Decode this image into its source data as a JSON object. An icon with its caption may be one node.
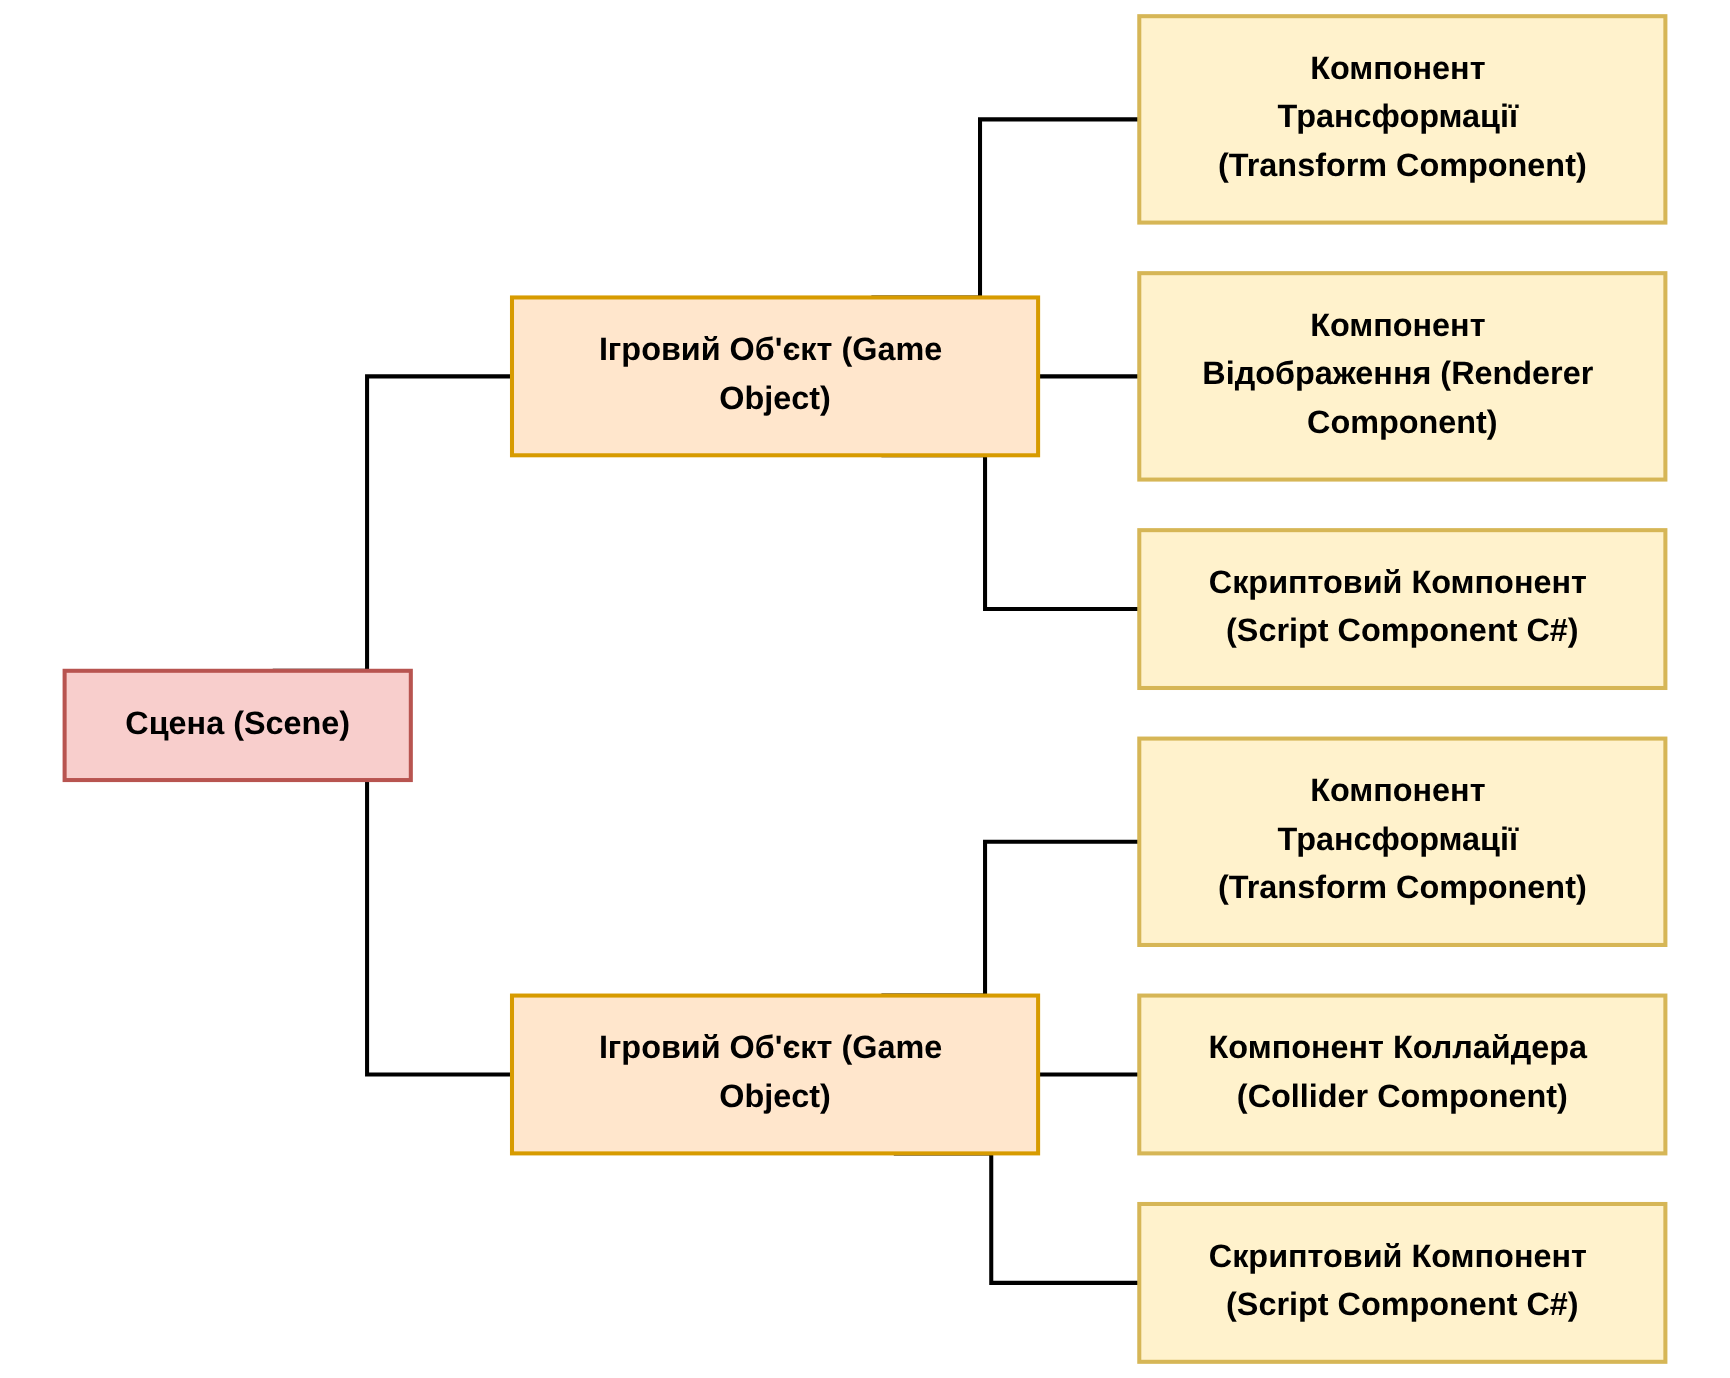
{
  "diagram": {
    "nodes": [
      {
        "text": [
          "Сцена (Scene)"
        ]
      },
      {
        "text": [
          "Ігровий Об'єкт (Game Object)"
        ]
      },
      {
        "text": [
          "Компонент Трансформації (Transform Component)"
        ]
      },
      {
        "text": [
          "Компонент Відображення (Renderer Component)"
        ]
      },
      {
        "text": [
          "Скриптовий Компонент (Script Component C#)"
        ]
      },
      {
        "text": [
          "Ігровий Об'єкт (Game Object)"
        ]
      },
      {
        "text": [
          "Компонент Трансформації (Transform Component)"
        ]
      },
      {
        "text": [
          "Компонент Коллайдера (Collider Component)"
        ]
      },
      {
        "text": [
          "Скриптовий Компонент (Script Component C#)"
        ]
      }
    ],
    "edges": [
      {
        "from": 0,
        "to": 1,
        "arrow": "none"
      },
      {
        "from": 0,
        "to": 5,
        "arrow": "none"
      },
      {
        "from": 1,
        "to": 2,
        "arrow": "none"
      },
      {
        "from": 1,
        "to": 3,
        "arrow": "none"
      },
      {
        "from": 1,
        "to": 4,
        "arrow": "none"
      },
      {
        "from": 5,
        "to": 6,
        "arrow": "none"
      },
      {
        "from": 5,
        "to": 7,
        "arrow": "none"
      },
      {
        "from": 5,
        "to": 8,
        "arrow": "none"
      }
    ]
  }
}
